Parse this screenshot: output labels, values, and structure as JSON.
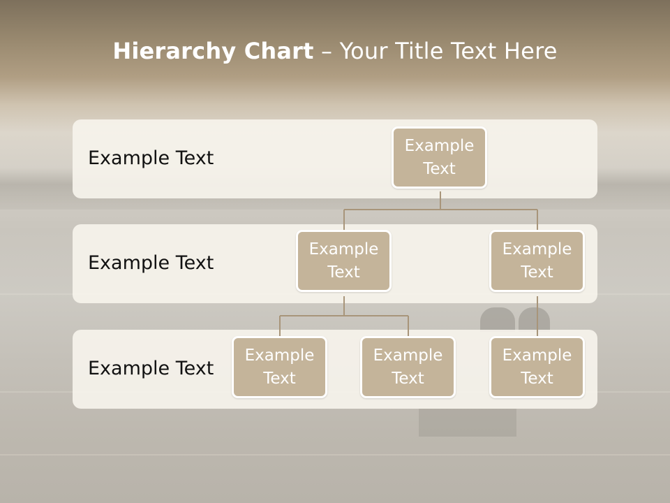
{
  "slide": {
    "title_bold": "Hierarchy Chart",
    "title_rest": " – Your Title Text Here"
  },
  "rows": [
    {
      "label": "Example Text"
    },
    {
      "label": "Example Text"
    },
    {
      "label": "Example Text"
    }
  ],
  "nodes": {
    "root": "Example Text",
    "level2_left": "Example Text",
    "level2_right": "Example Text",
    "level3_a": "Example Text",
    "level3_b": "Example Text",
    "level3_c": "Example Text"
  },
  "colors": {
    "node_fill": "#c4b49a",
    "connector": "#a8957a",
    "band_fill": "#f6f3ec"
  }
}
